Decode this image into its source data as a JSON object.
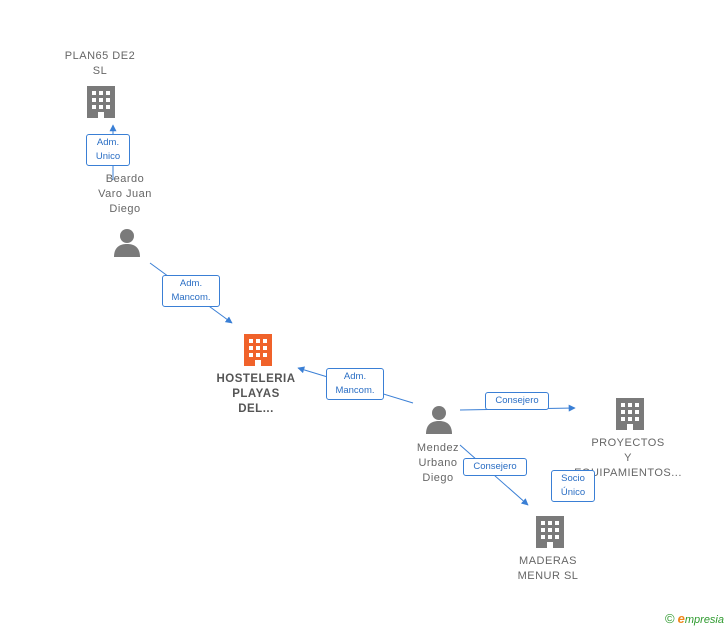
{
  "colors": {
    "company": "#7a7a7a",
    "main_company": "#f0622a",
    "person": "#7a7a7a",
    "edge": "#3a7fd5"
  },
  "nodes": {
    "plan65": {
      "label": "PLAN65 DE2\nSL",
      "icon": "building-icon"
    },
    "beardo": {
      "label": "Beardo\nVaro Juan\nDiego",
      "icon": "person-icon"
    },
    "hosteleria": {
      "label": "HOSTELERIA\nPLAYAS\nDEL...",
      "icon": "building-icon"
    },
    "mendez": {
      "label": "Mendez\nUrbano\nDiego",
      "icon": "person-icon"
    },
    "proyectos": {
      "label": "PROYECTOS\nY\nEQUIPAMIENTOS...",
      "icon": "building-icon"
    },
    "maderas": {
      "label": "MADERAS\nMENUR SL",
      "icon": "building-icon"
    }
  },
  "edges": {
    "beardo_plan65": "Adm.\nUnico",
    "beardo_hosteleria": "Adm.\nMancom.",
    "mendez_hosteleria": "Adm.\nMancom.",
    "mendez_proyectos": "Consejero",
    "mendez_maderas": "Consejero",
    "maderas_socio": "Socio\nÚnico"
  },
  "footer": {
    "copyright_symbol": "©",
    "brand_first": "e",
    "brand_rest": "mpresia"
  }
}
